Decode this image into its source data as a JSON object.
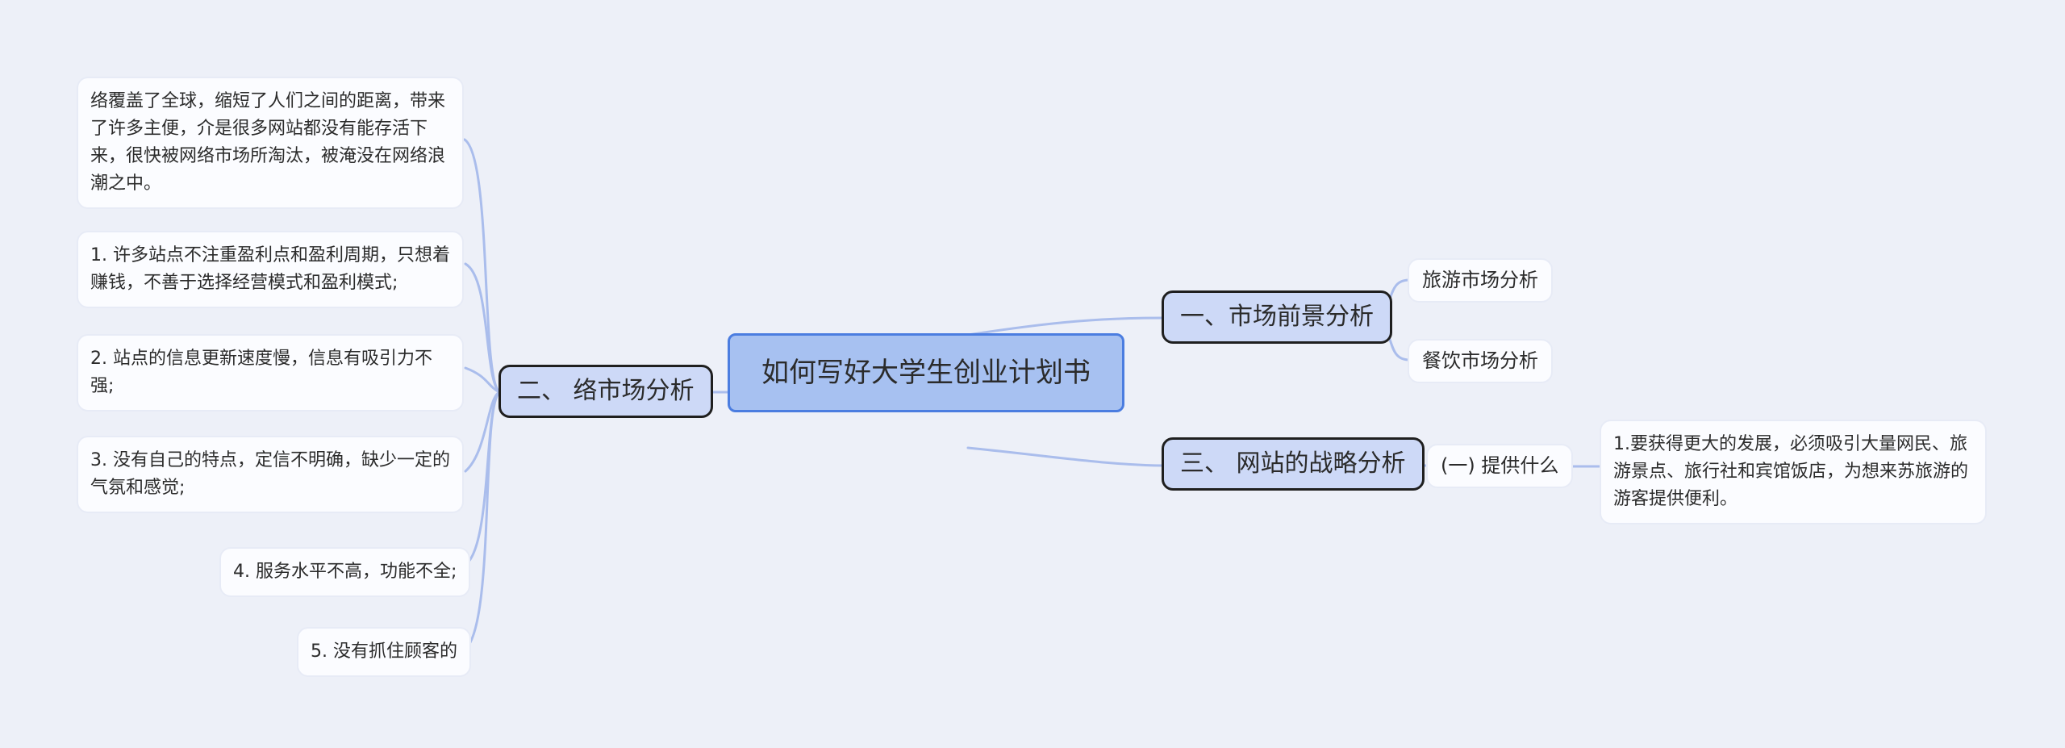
{
  "colors": {
    "bg": "#edf0f8",
    "line": "#aabdec",
    "root-fill": "#a7c1f1",
    "root-border": "#4b7de0",
    "branch-fill": "#cdd9f7",
    "branch-border": "#1f1f1f",
    "card-fill": "#fbfcff",
    "card-border": "#e7ebf6",
    "text": "#2b2b2b"
  },
  "root": {
    "label": "如何写好大学生创业计划书"
  },
  "left_branch": {
    "label": "二、 络市场分析",
    "children": [
      {
        "text": "络覆盖了全球，缩短了人们之间的距离，带来了许多主便，介是很多网站都没有能存活下来，很快被网络市场所淘汰，被淹没在网络浪潮之中。"
      },
      {
        "text": "1. 许多站点不注重盈利点和盈利周期，只想着赚钱，不善于选择经营模式和盈利模式;"
      },
      {
        "text": "2. 站点的信息更新速度慢，信息有吸引力不强;"
      },
      {
        "text": "3. 没有自己的特点，定信不明确，缺少一定的气氛和感觉;"
      },
      {
        "text": "4. 服务水平不高，功能不全;"
      },
      {
        "text": "5. 没有抓住顾客的"
      }
    ]
  },
  "branch_one": {
    "label": "一、市场前景分析",
    "children": [
      {
        "label": "旅游市场分析"
      },
      {
        "label": "餐饮市场分析"
      }
    ]
  },
  "branch_three": {
    "label": "三、 网站的战略分析",
    "child": {
      "label": "(一) 提供什么"
    },
    "note": "1.要获得更大的发展，必须吸引大量网民、旅游景点、旅行社和宾馆饭店，为想来苏旅游的游客提供便利。"
  }
}
